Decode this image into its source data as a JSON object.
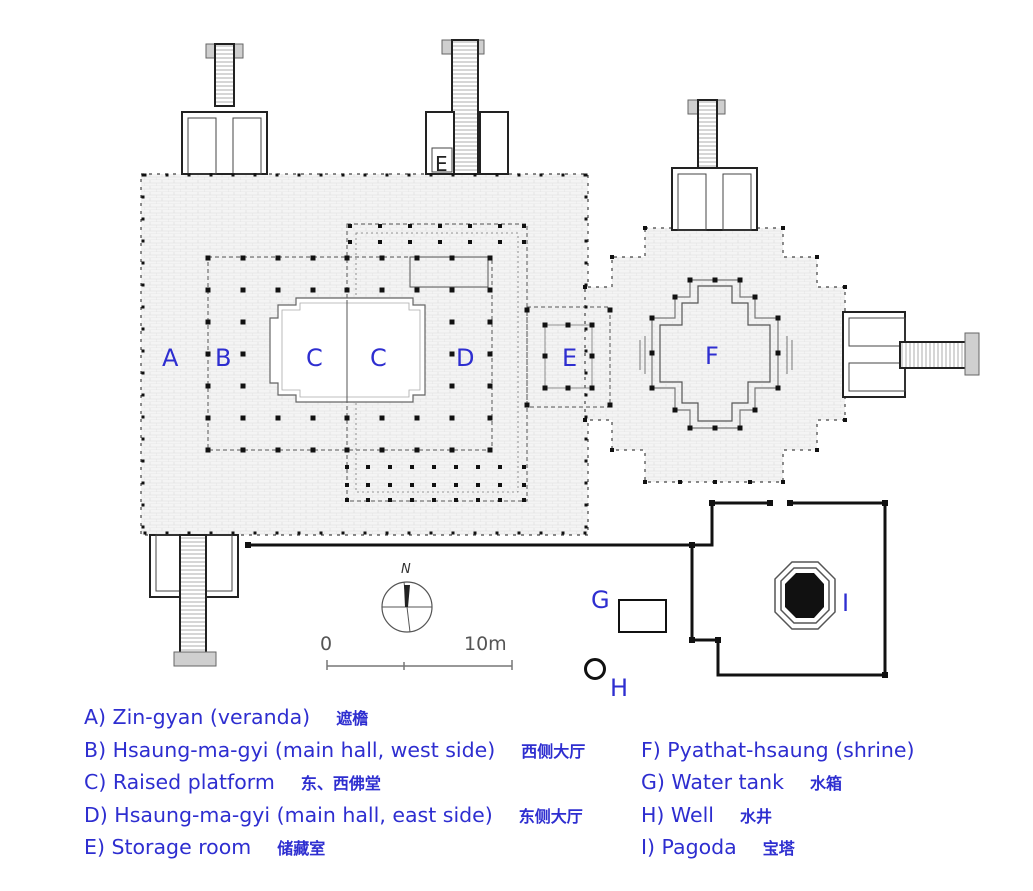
{
  "rooms": {
    "A": "A",
    "B": "B",
    "C1": "C",
    "C2": "C",
    "D": "D",
    "E": "E",
    "E_small": "E",
    "F": "F",
    "G": "G",
    "H": "H",
    "I": "I"
  },
  "north": "N",
  "scale": {
    "start": "0",
    "end": "10m"
  },
  "legend": {
    "left": [
      {
        "en": "A) Zin-gyan (veranda)",
        "cn": "遮檐"
      },
      {
        "en": "B) Hsaung-ma-gyi (main hall, west side)",
        "cn": "西侧大厅"
      },
      {
        "en": "C) Raised platform",
        "cn": "东、西佛堂"
      },
      {
        "en": "D) Hsaung-ma-gyi (main hall, east side)",
        "cn": "东侧大厅"
      },
      {
        "en": "E) Storage room",
        "cn": "储藏室"
      }
    ],
    "right": [
      {
        "en": "F) Pyathat-hsaung (shrine)",
        "cn": ""
      },
      {
        "en": "G) Water tank",
        "cn": "水箱"
      },
      {
        "en": "H) Well",
        "cn": "水井"
      },
      {
        "en": "I) Pagoda",
        "cn": "宝塔"
      }
    ]
  }
}
